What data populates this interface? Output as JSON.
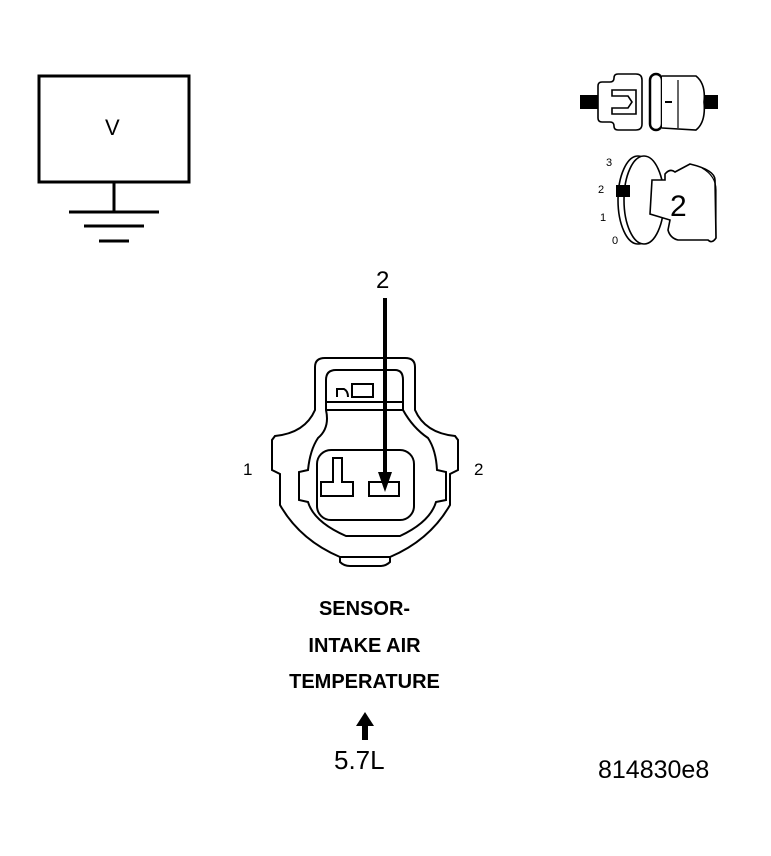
{
  "voltmeter": {
    "symbol": "V",
    "icon": "voltmeter-ground-icon"
  },
  "ignition": {
    "connector_icon": "connector-disconnected-icon",
    "key_icon": "ignition-key-icon",
    "key_positions": [
      "3",
      "2",
      "1",
      "0"
    ],
    "key_position_selected": "2"
  },
  "connector": {
    "probe_pin": "2",
    "pin_left_label": "1",
    "pin_right_label": "2"
  },
  "caption": {
    "line1": "SENSOR-",
    "line2": "INTAKE AIR",
    "line3": "TEMPERATURE"
  },
  "view_direction": {
    "icon": "arrow-up-icon",
    "engine": "5.7L"
  },
  "figure_id": "814830e8",
  "colors": {
    "ink": "#000000",
    "background": "#ffffff"
  }
}
